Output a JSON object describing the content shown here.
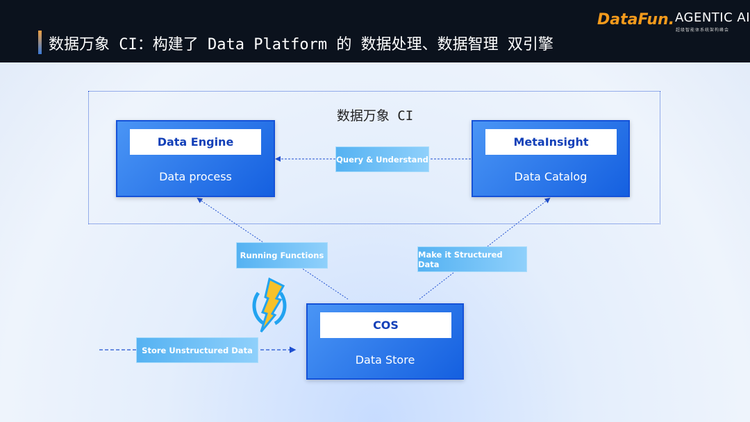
{
  "header": {
    "title": "数据万象 CI：构建了 Data Platform 的 数据处理、数据智理 双引擎",
    "logo": "DataFun.",
    "event": "AGENTIC AI",
    "event_sub": "超级智能体系统架构峰会"
  },
  "diagram": {
    "group_title": "数据万象 CI",
    "nodes": {
      "engine": {
        "title": "Data Engine",
        "subtitle": "Data process"
      },
      "meta": {
        "title": "MetaInsight",
        "subtitle": "Data Catalog"
      },
      "cos": {
        "title": "COS",
        "subtitle": "Data Store"
      }
    },
    "edges": {
      "query": "Query & Understand",
      "running": "Running Functions",
      "structured": "Make it Structured Data",
      "store": "Store Unstructured Data"
    },
    "icons": [
      "lightning-function-icon"
    ],
    "colors": {
      "node": "#1e6ae8",
      "label": "#6cc0f7",
      "header": "#0b121d"
    }
  }
}
